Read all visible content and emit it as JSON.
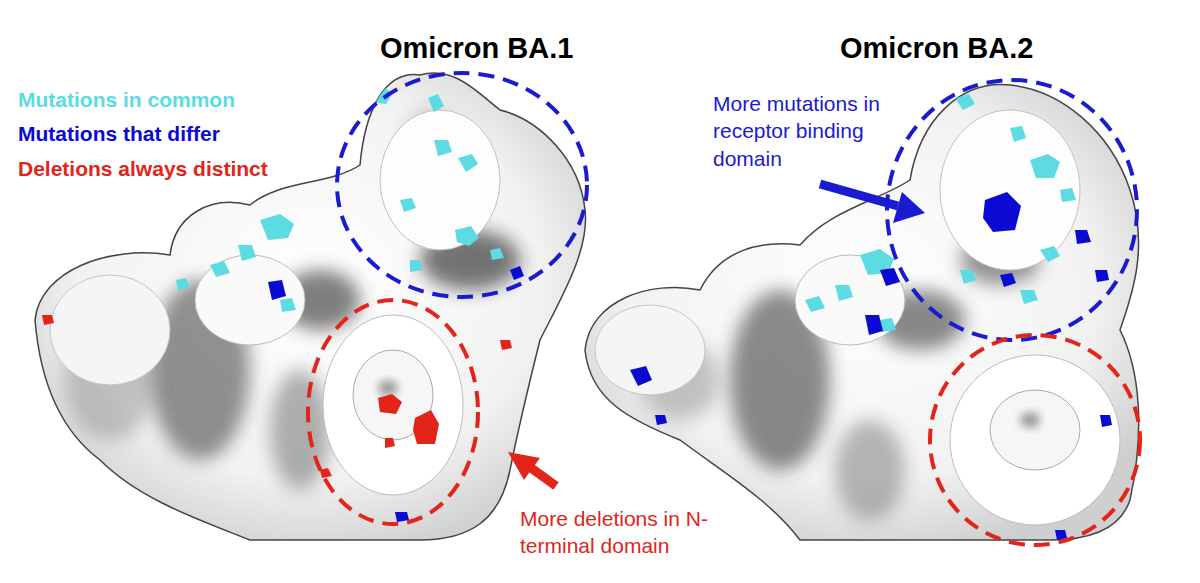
{
  "diagram": {
    "labels": [
      "Omicron BA.1",
      "Omicron BA.2",
      "More mutations in receptor binding domain",
      "More deletions in N-terminal domain"
    ],
    "legend": [
      {
        "text": "Mutations in common",
        "color": "#5cdbe2"
      },
      {
        "text": "Mutations that differ",
        "color": "#0a0ad2"
      },
      {
        "text": "Deletions always distinct",
        "color": "#e2241b"
      }
    ]
  }
}
